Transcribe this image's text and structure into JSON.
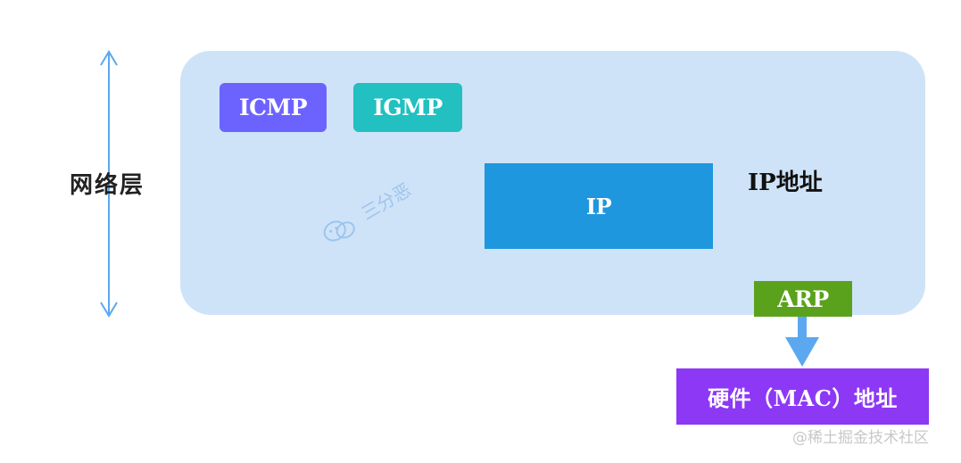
{
  "labels": {
    "layer": "网络层",
    "ip_address": "IP地址"
  },
  "boxes": {
    "icmp": "ICMP",
    "igmp": "IGMP",
    "ip": "IP",
    "arp": "ARP",
    "mac": "硬件（MAC）地址"
  },
  "watermark": {
    "text": "三分恶",
    "icon": "wechat-icon"
  },
  "credit": "@稀土掘金技术社区",
  "colors": {
    "panel": "#cfe3f8",
    "icmp": "#6c63ff",
    "igmp": "#22c0c0",
    "ip": "#1f97df",
    "arp": "#5aa21b",
    "mac": "#8d38f5",
    "arrow": "#5ba8f0"
  }
}
